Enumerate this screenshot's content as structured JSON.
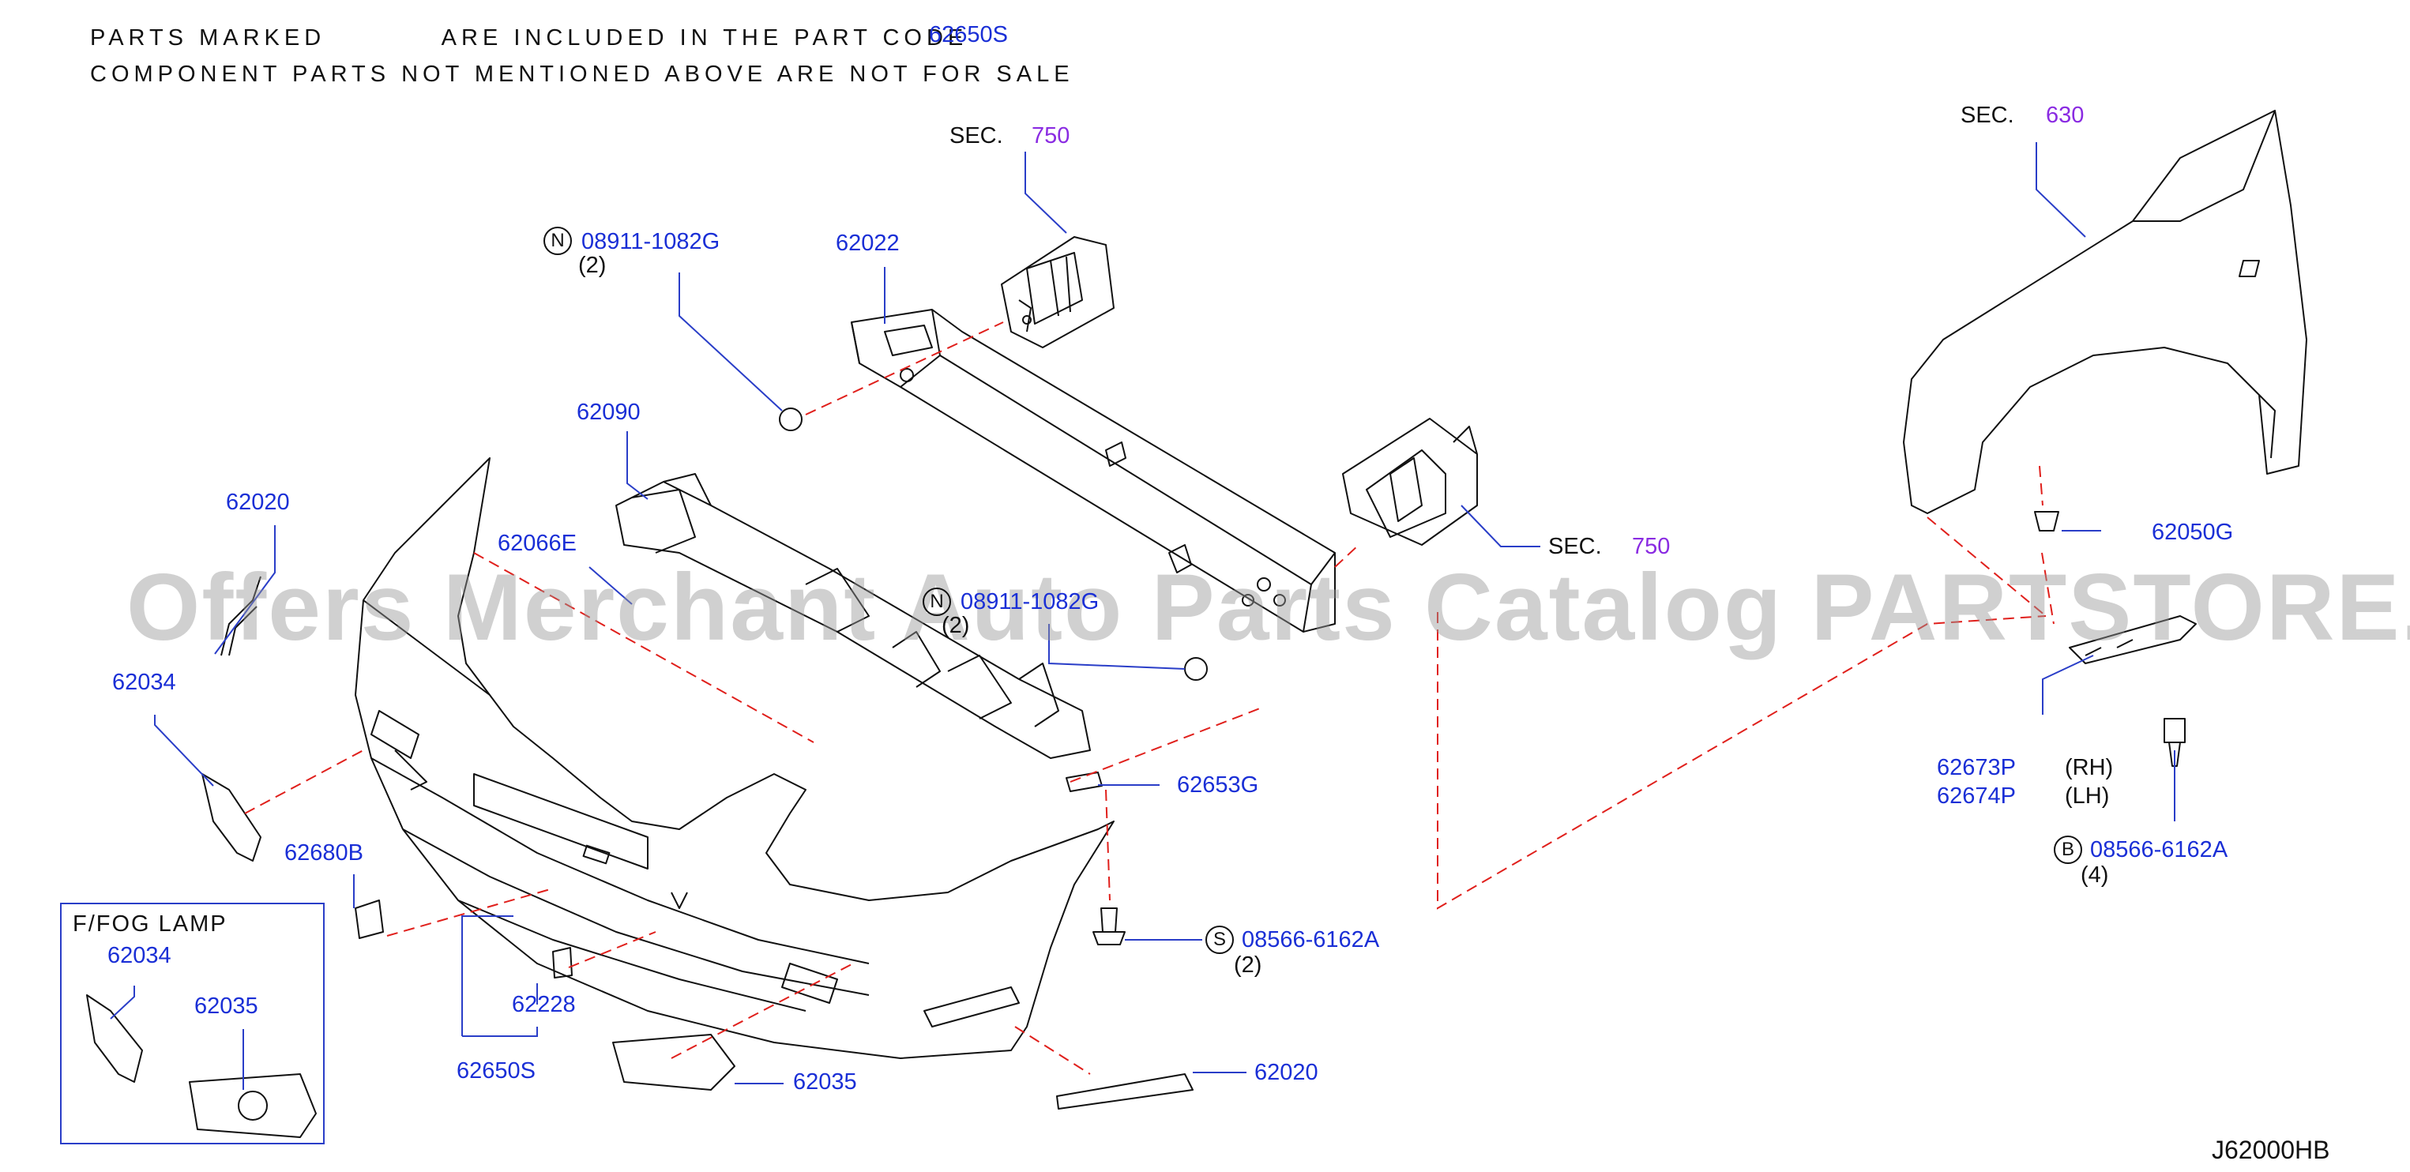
{
  "header": {
    "line1_a": "PARTS MARKED",
    "line1_b": "ARE INCLUDED IN THE PART CODE",
    "line1_code": "62650S",
    "line2": "COMPONENT PARTS NOT MENTIONED ABOVE ARE NOT FOR SALE"
  },
  "sections": {
    "sec_label": "SEC.",
    "sec_750_a": "750",
    "sec_750_b": "750",
    "sec_630": "630"
  },
  "parts": {
    "p62022": "62022",
    "p62090": "62090",
    "p62020_top": "62020",
    "p62066E": "62066E",
    "p62034": "62034",
    "p62680B": "62680B",
    "p62653G": "62653G",
    "p62228": "62228",
    "p62650S": "62650S",
    "p62035": "62035",
    "p62020_bottom": "62020",
    "p62050G": "62050G",
    "p62673P": "62673P",
    "p62674P": "62674P",
    "rh": "(RH)",
    "lh": "(LH)",
    "fog_62034": "62034",
    "fog_62035": "62035"
  },
  "fasteners": {
    "n_code": "08911-1082G",
    "n_letter": "N",
    "n_qty": "(2)",
    "n2_code": "08911-1082G",
    "n2_letter": "N",
    "n2_qty": "(2)",
    "s_code": "08566-6162A",
    "s_letter": "S",
    "s_qty": "(2)",
    "b_code": "08566-6162A",
    "b_letter": "B",
    "b_qty": "(4)"
  },
  "fog_box": {
    "title": "F/FOG LAMP"
  },
  "diagram_id": "J62000HB",
  "watermark": "Offers Merchant Auto Parts Catalog PARTSTORE.SA",
  "colors": {
    "label_blue": "#1a2fd6",
    "section_purple": "#8a2be2",
    "dash_red": "#e0201c",
    "leader_blue": "#2a3ec8",
    "line": "#111111"
  }
}
